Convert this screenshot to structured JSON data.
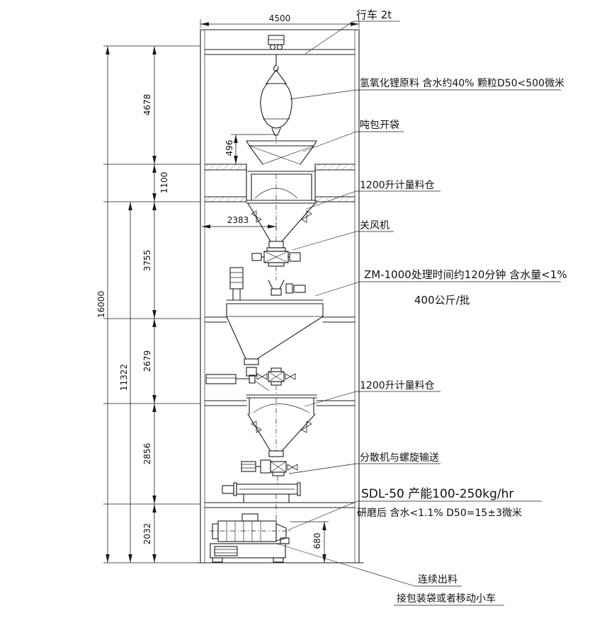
{
  "labels": {
    "crane": "行车 2t",
    "raw_material": "氢氧化锂原料 含水约40% 颗粒D50<500微米",
    "bag_opening": "吨包开袋",
    "hopper_upper": "1200升计量料仓",
    "rotary_valve": "关风机",
    "zm1000_line1": "ZM-1000处理时间约120分钟 含水量<1%",
    "zm1000_line2": "400公斤/批",
    "hopper_lower": "1200升计量料仓",
    "disperser": "分散机与螺旋输送",
    "sdl50": "SDL-50 产能100-250kg/hr",
    "after_grinding": "研磨后 含水<1.1% D50=15±3微米",
    "discharge": "连续出料",
    "packing": "接包装袋或者移动小车"
  },
  "dimensions": {
    "span_top": "4500",
    "crane_to_floor1": "4678",
    "floor1_depth": "1100",
    "bag_drop": "496",
    "hopper_offset": "2383",
    "level2": "3755",
    "total_height": "16000",
    "inner_height": "11322",
    "level3": "2679",
    "level4": "2856",
    "level5": "2032",
    "mill_discharge": "680"
  },
  "colors": {
    "line": "#1b1b1b",
    "background": "#ffffff"
  }
}
